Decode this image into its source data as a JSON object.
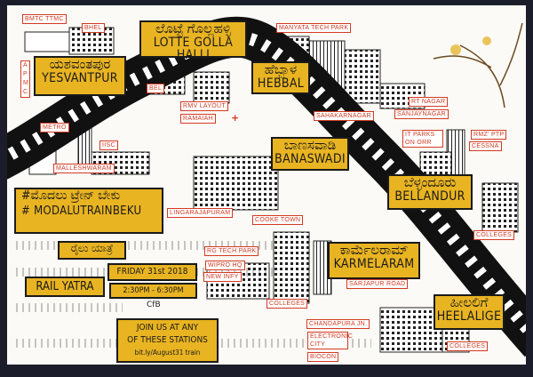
{
  "stations": [
    {
      "kn": "ಯಶವಂತಪುರ",
      "en": "YESVANTPUR"
    },
    {
      "kn": "ಲೊಟ್ಟೆ ಗೊಲ್ಲಹಳ್ಳಿ",
      "en": "LOTTE GOLLA HALLI"
    },
    {
      "kn": "ಹೆಬ್ಬಾಳ",
      "en": "HEBBAL"
    },
    {
      "kn": "ಬಾಣಸವಾಡಿ",
      "en": "BANASWADI"
    },
    {
      "kn": "ಬೆಳ್ಳಂದೂರು",
      "en": "BELLANDUR"
    },
    {
      "kn": "ಕಾರ್ಮೆಲರಾಮ್",
      "en": "KARMELARAM"
    },
    {
      "kn": "ಹೀಲಲಿಗೆ",
      "en": "HEELALIGE"
    }
  ],
  "landmarks": [
    "BMTC TTMC",
    "BHEL",
    "APMC",
    "BEL",
    "RMV LAYOUT",
    "RAMAIAH",
    "METRO",
    "IISC",
    "MALLESHWARAM",
    "MANYATA TECH PARK",
    "RT NAGAR",
    "SAHAKARNAGAR",
    "SANJAYNAGAR",
    "IT PARKS ON ORR",
    "RMZ' PTP",
    "CESSNA",
    "LINGARAJAPURAM",
    "COOKE TOWN",
    "RG TECH PARK",
    "WIPRO HQ",
    "NEW INFY",
    "COLLEGES",
    "SARJAPUR ROAD",
    "CHANDAPURA JN.",
    "ELECTRONIC CITY",
    "BIOCON"
  ],
  "campaign": {
    "hashtag_kn": "#ಮೊದಲು ಟ್ರೇನ್ ಬೇಕು",
    "hashtag_en": "# MODALUTRAINBEKU",
    "yatra_kn": "ರೈಲು ಯಾತ್ರೆ",
    "yatra_en": "RAIL YATRA",
    "date": "FRIDAY 31st 2018",
    "time": "2:30PM - 6:30PM",
    "join_line1": "JOIN US AT ANY",
    "join_line2": "OF THESE STATIONS",
    "link": "bit.ly/August31 train",
    "signature": "CfB"
  },
  "colors": {
    "sign": "#e9b422",
    "label": "#d33a22",
    "track": "#111111",
    "frame": "#1b1e2a"
  }
}
